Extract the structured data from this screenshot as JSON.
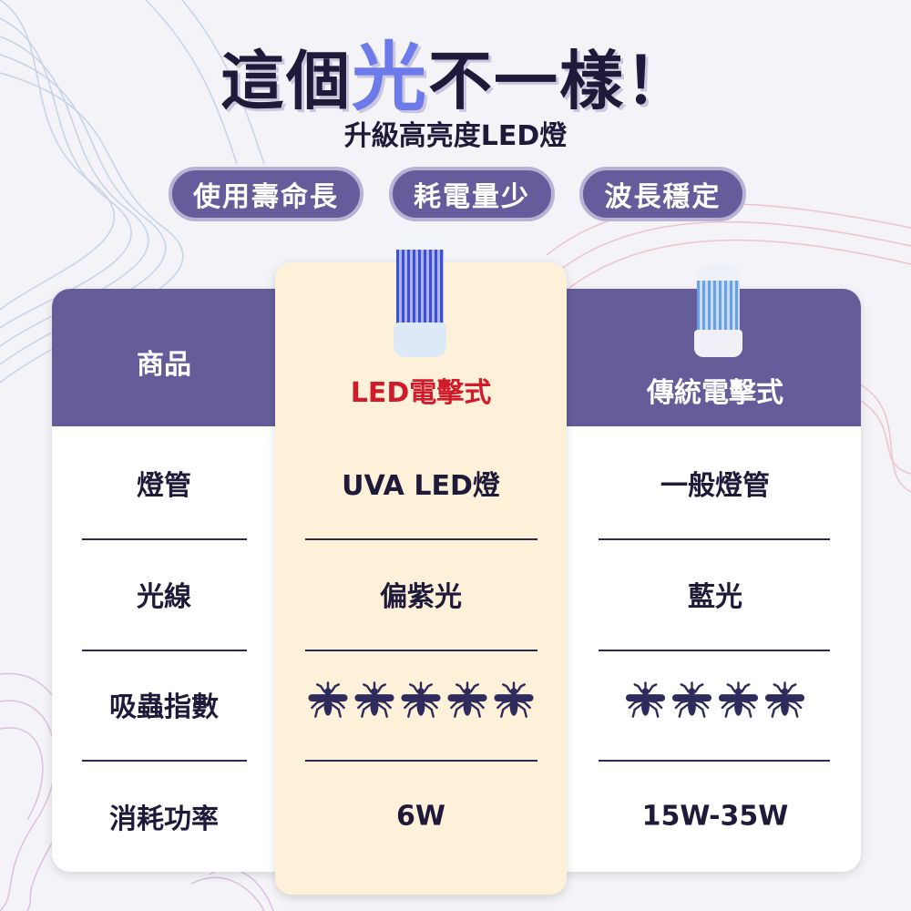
{
  "headline": {
    "before": "這個",
    "highlight": "光",
    "after": "不一樣！"
  },
  "subtitle": "升級高亮度LED燈",
  "features": [
    "使用壽命長",
    "耗電量少",
    "波長穩定"
  ],
  "table": {
    "label_header": "商品",
    "columns": [
      {
        "name": "LED電擊式",
        "image": "led-bug-zapper"
      },
      {
        "name": "傳統電擊式",
        "image": "traditional-bug-zapper"
      }
    ],
    "rows": [
      {
        "label": "燈管",
        "values": [
          "UVA LED燈",
          "一般燈管"
        ]
      },
      {
        "label": "光線",
        "values": [
          "偏紫光",
          "藍光"
        ]
      },
      {
        "label": "吸蟲指數",
        "ratings": [
          5,
          4
        ]
      },
      {
        "label": "消耗功率",
        "values": [
          "6W",
          "15W-35W"
        ]
      }
    ]
  },
  "colors": {
    "purple": "#665c9a",
    "cream": "#fdf1da",
    "highlight": "#6d7bea",
    "red": "#d01b2b"
  }
}
